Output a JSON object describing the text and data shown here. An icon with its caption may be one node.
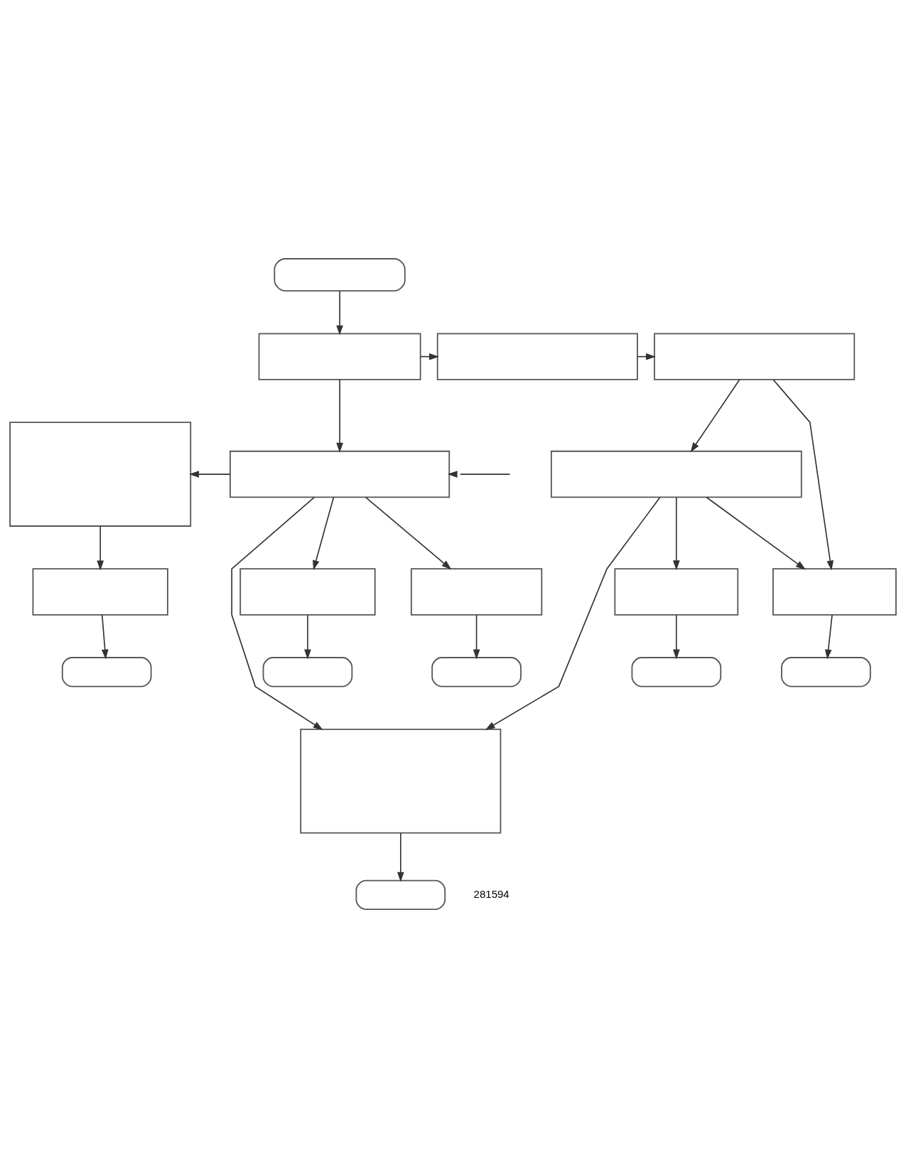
{
  "diagram": {
    "nodes": [
      {
        "text": [],
        "shape": "pill"
      },
      {
        "text": [],
        "shape": "box"
      },
      {
        "text": [],
        "shape": "box"
      },
      {
        "text": [],
        "shape": "box"
      },
      {
        "text": [],
        "shape": "box"
      },
      {
        "text": [],
        "shape": "box"
      },
      {
        "text": [],
        "shape": "box"
      },
      {
        "text": [],
        "shape": "box"
      },
      {
        "text": [],
        "shape": "box"
      },
      {
        "text": [],
        "shape": "box"
      },
      {
        "text": [],
        "shape": "box"
      },
      {
        "text": [],
        "shape": "box"
      },
      {
        "text": [],
        "shape": "pill"
      },
      {
        "text": [],
        "shape": "pill"
      },
      {
        "text": [],
        "shape": "pill"
      },
      {
        "text": [],
        "shape": "pill"
      },
      {
        "text": [],
        "shape": "pill"
      },
      {
        "text": [],
        "shape": "box"
      },
      {
        "text": [],
        "shape": "pill"
      }
    ],
    "edges": [
      {
        "from": 0,
        "to": 1,
        "arrow": "to"
      },
      {
        "from": 1,
        "to": 2,
        "arrow": "to"
      },
      {
        "from": 2,
        "to": 3,
        "arrow": "to"
      },
      {
        "from": 1,
        "to": 5,
        "arrow": "to"
      },
      {
        "from": 5,
        "to": 4,
        "arrow": "to"
      },
      {
        "from": null,
        "to": 5,
        "arrow": "to"
      },
      {
        "from": 3,
        "to": 6,
        "arrow": "to"
      },
      {
        "from": 3,
        "to": 11,
        "arrow": "to"
      },
      {
        "from": 4,
        "to": 7,
        "arrow": "to"
      },
      {
        "from": 5,
        "to": 8,
        "arrow": "to"
      },
      {
        "from": 5,
        "to": 9,
        "arrow": "to"
      },
      {
        "from": 5,
        "to": 17,
        "arrow": "to"
      },
      {
        "from": 6,
        "to": 10,
        "arrow": "to"
      },
      {
        "from": 6,
        "to": 11,
        "arrow": "to"
      },
      {
        "from": 6,
        "to": 17,
        "arrow": "to"
      },
      {
        "from": 7,
        "to": 12,
        "arrow": "to"
      },
      {
        "from": 8,
        "to": 13,
        "arrow": "to"
      },
      {
        "from": 9,
        "to": 14,
        "arrow": "to"
      },
      {
        "from": 10,
        "to": 15,
        "arrow": "to"
      },
      {
        "from": 11,
        "to": 16,
        "arrow": "to"
      },
      {
        "from": 17,
        "to": 18,
        "arrow": "to"
      }
    ],
    "labels": [
      "281594"
    ]
  }
}
